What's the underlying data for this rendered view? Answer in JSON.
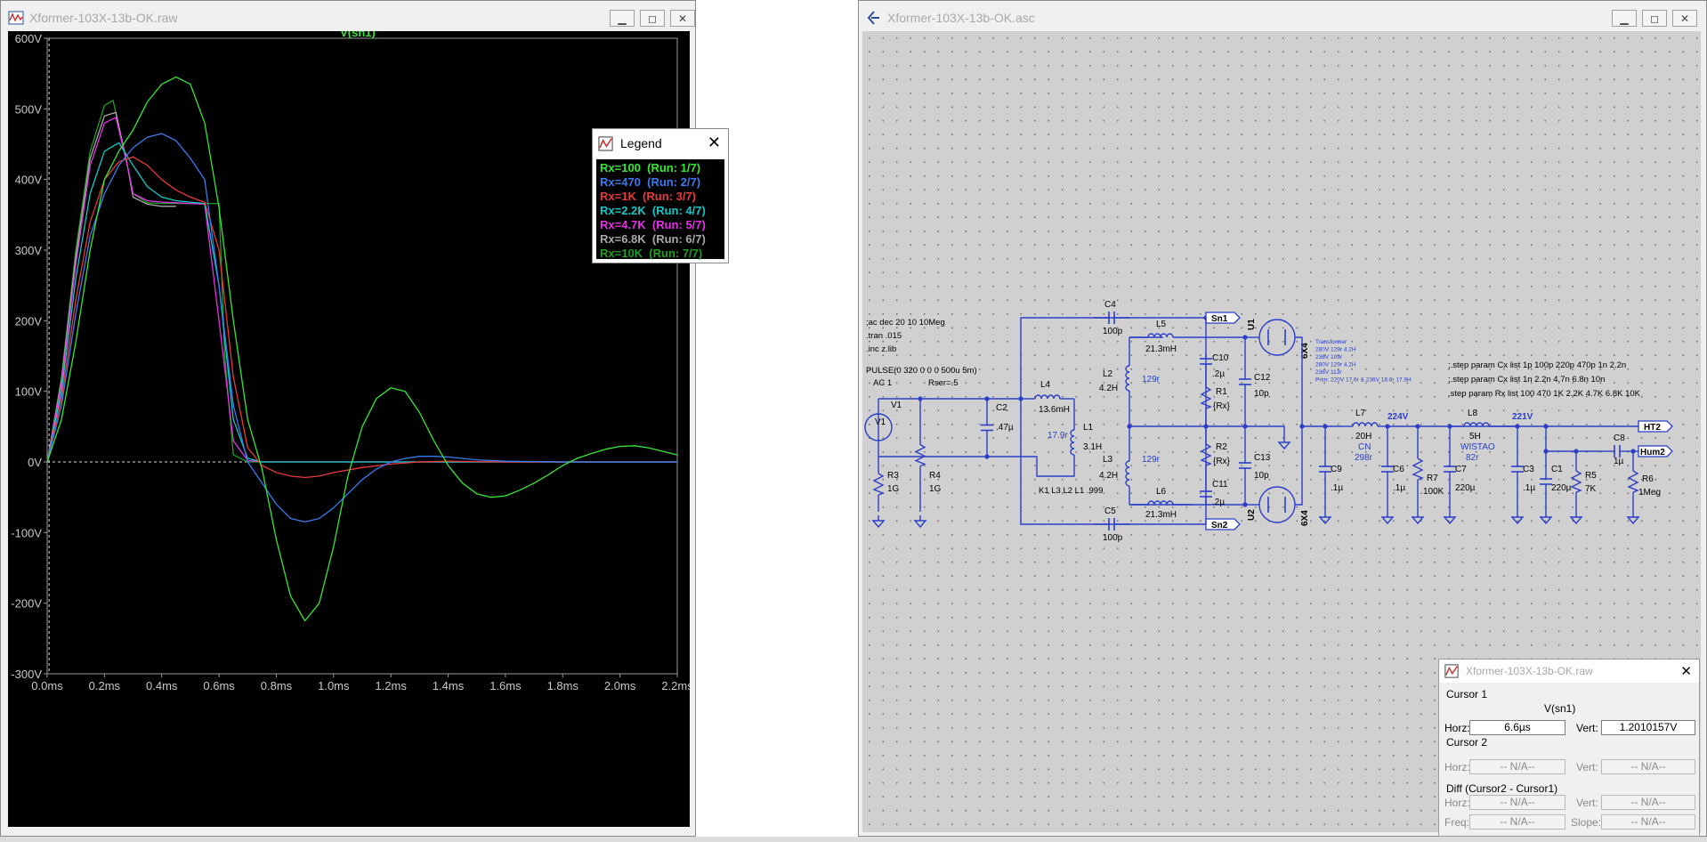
{
  "waveform_window": {
    "title": "Xformer-103X-13b-OK.raw",
    "trace_label": "V(sn1)",
    "legend": {
      "title": "Legend",
      "entries": [
        {
          "text": "Rx=100  (Run: 1/7)",
          "color": "#36e636"
        },
        {
          "text": "Rx=470  (Run: 2/7)",
          "color": "#3a7cf0"
        },
        {
          "text": "Rx=1K  (Run: 3/7)",
          "color": "#e83a3a"
        },
        {
          "text": "Rx=2.2K  (Run: 4/7)",
          "color": "#14c8c8"
        },
        {
          "text": "Rx=4.7K  (Run: 5/7)",
          "color": "#e632e6"
        },
        {
          "text": "Rx=6.8K  (Run: 6/7)",
          "color": "#a8a8a8"
        },
        {
          "text": "Rx=10K  (Run: 7/7)",
          "color": "#1f9f1f"
        }
      ]
    }
  },
  "chart_data": {
    "type": "line",
    "title": "V(sn1)",
    "xlabel": "",
    "ylabel": "",
    "xlim": [
      0,
      2.2
    ],
    "ylim": [
      -300,
      600
    ],
    "x_unit": "ms",
    "y_unit": "V",
    "x_ticks": [
      "0.0ms",
      "0.2ms",
      "0.4ms",
      "0.6ms",
      "0.8ms",
      "1.0ms",
      "1.2ms",
      "1.4ms",
      "1.6ms",
      "1.8ms",
      "2.0ms",
      "2.2ms"
    ],
    "y_ticks": [
      "600V",
      "500V",
      "400V",
      "300V",
      "200V",
      "100V",
      "0V",
      "-100V",
      "-200V",
      "-300V"
    ],
    "series": [
      {
        "name": "Rx=100  (Run: 1/7)",
        "color": "#36e636",
        "x": [
          0,
          0.05,
          0.1,
          0.15,
          0.2,
          0.25,
          0.3,
          0.35,
          0.4,
          0.45,
          0.5,
          0.55,
          0.6,
          0.65,
          0.7,
          0.75,
          0.8,
          0.85,
          0.9,
          0.95,
          1.0,
          1.05,
          1.1,
          1.15,
          1.2,
          1.25,
          1.3,
          1.35,
          1.4,
          1.45,
          1.5,
          1.55,
          1.6,
          1.65,
          1.7,
          1.75,
          1.8,
          1.85,
          1.9,
          1.95,
          2.0,
          2.05,
          2.1,
          2.15,
          2.2
        ],
        "y": [
          0,
          60,
          170,
          300,
          400,
          440,
          470,
          510,
          535,
          545,
          535,
          480,
          360,
          200,
          60,
          -10,
          -110,
          -190,
          -225,
          -200,
          -120,
          -20,
          50,
          90,
          105,
          100,
          70,
          30,
          -5,
          -30,
          -45,
          -50,
          -48,
          -40,
          -30,
          -18,
          -5,
          5,
          12,
          18,
          22,
          23,
          20,
          15,
          10
        ]
      },
      {
        "name": "Rx=470  (Run: 2/7)",
        "color": "#3a7cf0",
        "x": [
          0,
          0.05,
          0.1,
          0.15,
          0.2,
          0.25,
          0.3,
          0.35,
          0.4,
          0.45,
          0.5,
          0.55,
          0.6,
          0.65,
          0.7,
          0.75,
          0.8,
          0.85,
          0.9,
          0.95,
          1.0,
          1.05,
          1.1,
          1.15,
          1.2,
          1.25,
          1.3,
          1.35,
          1.4,
          1.45,
          1.5,
          1.6,
          1.8,
          2.0,
          2.2
        ],
        "y": [
          0,
          80,
          210,
          320,
          380,
          420,
          445,
          460,
          465,
          455,
          430,
          400,
          250,
          80,
          0,
          -30,
          -60,
          -80,
          -85,
          -80,
          -65,
          -45,
          -25,
          -10,
          0,
          5,
          8,
          8,
          7,
          5,
          3,
          1,
          0,
          0,
          0
        ]
      },
      {
        "name": "Rx=1K  (Run: 3/7)",
        "color": "#e83a3a",
        "x": [
          0,
          0.05,
          0.1,
          0.15,
          0.2,
          0.25,
          0.3,
          0.35,
          0.4,
          0.45,
          0.5,
          0.55,
          0.6,
          0.65,
          0.7,
          0.75,
          0.8,
          0.85,
          0.9,
          0.95,
          1.0,
          1.1,
          1.2,
          1.3,
          1.4,
          1.6,
          2.2
        ],
        "y": [
          0,
          90,
          230,
          340,
          400,
          425,
          432,
          420,
          400,
          385,
          375,
          368,
          300,
          120,
          20,
          -5,
          -15,
          -20,
          -22,
          -20,
          -15,
          -8,
          -3,
          0,
          1,
          0,
          0
        ]
      },
      {
        "name": "Rx=2.2K  (Run: 4/7)",
        "color": "#14c8c8",
        "x": [
          0,
          0.05,
          0.1,
          0.15,
          0.2,
          0.25,
          0.3,
          0.35,
          0.4,
          0.45,
          0.5,
          0.55,
          0.6,
          0.65,
          0.7,
          0.75,
          0.8,
          1.0,
          2.2
        ],
        "y": [
          0,
          100,
          260,
          380,
          440,
          452,
          420,
          390,
          375,
          370,
          368,
          366,
          250,
          60,
          5,
          0,
          0,
          0,
          0
        ]
      },
      {
        "name": "Rx=4.7K  (Run: 5/7)",
        "color": "#e632e6",
        "x": [
          0,
          0.05,
          0.1,
          0.15,
          0.2,
          0.24,
          0.28,
          0.3,
          0.35,
          0.4,
          0.45,
          0.5,
          0.55,
          0.6,
          0.65,
          0.7,
          0.75,
          0.8,
          1.0,
          2.2
        ],
        "y": [
          0,
          110,
          280,
          420,
          480,
          488,
          420,
          380,
          370,
          368,
          367,
          366,
          365,
          200,
          30,
          2,
          0,
          0,
          0,
          0
        ]
      },
      {
        "name": "Rx=6.8K  (Run: 6/7)",
        "color": "#a8a8a8",
        "x": [
          0,
          0.05,
          0.1,
          0.15,
          0.2,
          0.24,
          0.28,
          0.3,
          0.35,
          0.4,
          0.45
        ],
        "y": [
          0,
          115,
          290,
          430,
          490,
          495,
          420,
          375,
          365,
          362,
          362
        ]
      },
      {
        "name": "Rx=10K  (Run: 7/7)",
        "color": "#1f9f1f",
        "x": [
          0,
          0.05,
          0.1,
          0.15,
          0.2,
          0.23,
          0.27,
          0.3,
          0.35,
          0.4,
          0.45,
          0.5,
          0.55,
          0.6,
          0.62,
          0.65,
          0.7,
          0.75,
          0.8,
          1.0,
          2.2
        ],
        "y": [
          0,
          120,
          300,
          440,
          505,
          512,
          440,
          380,
          367,
          366,
          366,
          366,
          366,
          366,
          150,
          10,
          0,
          0,
          0,
          0,
          0
        ]
      }
    ]
  },
  "schematic_window": {
    "title": "Xformer-103X-13b-OK.asc",
    "directives_left": [
      ";ac dec 20 10 10Meg",
      ".tran .015",
      ".inc z.lib"
    ],
    "source_params": [
      "PULSE(0 320 0 0 0 500u 5m)",
      "AC 1"
    ],
    "rser_label": "Rser=.5",
    "coupling": "K1 L3 L2 L1 .999",
    "directives_right": [
      ";.step param Cx list 1p 100p 220p 470p 1n 2.2n",
      ";.step param Cx list 1n 2.2n 4.7n 6.8n 10n",
      ".step param Rx list 100 470 1K 2.2K 4.7K 6.8K 10K"
    ],
    "transformer_note": [
      "Transformer",
      "280V 129r 4.2H",
      "236V 109r",
      "280V 129r 4.2H",
      "236V 113r",
      "Prim: 220V 17.6r & 236V 18.6r 17.9H"
    ],
    "labels": {
      "V1": "V1",
      "R3": "R3",
      "R3v": "1G",
      "R4": "R4",
      "R4v": "1G",
      "C2": "C2",
      "C2v": ".47µ",
      "L4": "L4",
      "L4v": "13.6mH",
      "L1": "L1",
      "L1r": "17.9r",
      "L1v": "3.1H",
      "C4": "C4",
      "C4v": "100p",
      "C5": "C5",
      "C5v": "100p",
      "L5": "L5",
      "L5v": "21.3mH",
      "L6": "L6",
      "L6v": "21.3mH",
      "L2": "L2",
      "L2v": "4.2H",
      "L2r": "129r",
      "L3": "L3",
      "L3v": "4.2H",
      "L3r": "129r",
      "C10": "C10",
      "C10v": ".2µ",
      "C11": "C11",
      "C11v": ".2µ",
      "R1": "R1",
      "R1v": "{Rx}",
      "R2": "R2",
      "R2v": "{Rx}",
      "C12": "C12",
      "C12v": "10p",
      "C13": "C13",
      "C13v": "10p",
      "U1": "U1",
      "U2": "U2",
      "tube": "6X4",
      "Sn1": "Sn1",
      "Sn2": "Sn2",
      "L7": "L7",
      "L7v": "20H",
      "L7n": "CN",
      "L7r": "298r",
      "V224": "224V",
      "L8": "L8",
      "L8v": "5H",
      "L8n": "WISTAO",
      "L8r": "82r",
      "V221": "221V",
      "C9": "C9",
      "C9v": ".1µ",
      "C6": "C6",
      "C6v": ".1µ",
      "R7": "R7",
      "R7v": "100K",
      "C7": "C7",
      "C7v": "220µ",
      "C3": "C3",
      "C3v": ".1µ",
      "C1": "C1",
      "C1v": "220µ",
      "R5": "R5",
      "R5v": "7K",
      "C8": "C8",
      "C8v": "1µ",
      "R6": "R6",
      "R6v": "1Meg",
      "HT2": "HT2",
      "Hum2": "Hum2"
    }
  },
  "cursor_panel": {
    "title": "Xformer-103X-13b-OK.raw",
    "cursor1_label": "Cursor 1",
    "cursor1_trace": "V(sn1)",
    "horz_label": "Horz:",
    "vert_label": "Vert:",
    "cursor1_horz": "6.6µs",
    "cursor1_vert": "1.2010157V",
    "cursor2_label": "Cursor 2",
    "na": "-- N/A--",
    "diff_label": "Diff (Cursor2 - Cursor1)",
    "freq_label": "Freq:",
    "slope_label": "Slope:"
  }
}
